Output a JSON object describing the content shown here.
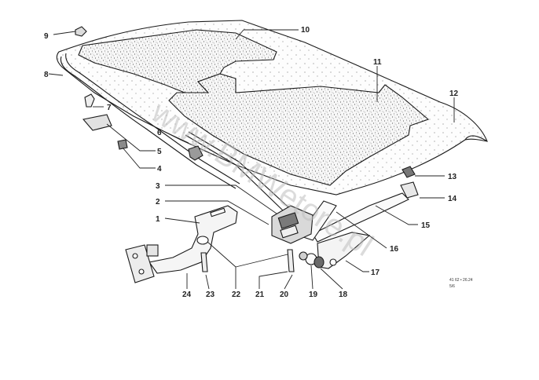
{
  "callouts": [
    {
      "id": "9",
      "label": "9"
    },
    {
      "id": "10",
      "label": "10"
    },
    {
      "id": "8",
      "label": "8"
    },
    {
      "id": "11",
      "label": "11"
    },
    {
      "id": "12",
      "label": "12"
    },
    {
      "id": "7",
      "label": "7"
    },
    {
      "id": "6",
      "label": "6"
    },
    {
      "id": "5",
      "label": "5"
    },
    {
      "id": "4",
      "label": "4"
    },
    {
      "id": "13",
      "label": "13"
    },
    {
      "id": "3",
      "label": "3"
    },
    {
      "id": "14",
      "label": "14"
    },
    {
      "id": "2",
      "label": "2"
    },
    {
      "id": "1",
      "label": "1"
    },
    {
      "id": "15",
      "label": "15"
    },
    {
      "id": "16",
      "label": "16"
    },
    {
      "id": "17",
      "label": "17"
    },
    {
      "id": "24",
      "label": "24"
    },
    {
      "id": "23",
      "label": "23"
    },
    {
      "id": "22",
      "label": "22"
    },
    {
      "id": "21",
      "label": "21"
    },
    {
      "id": "20",
      "label": "20"
    },
    {
      "id": "19",
      "label": "19"
    },
    {
      "id": "18",
      "label": "18"
    }
  ],
  "drawing_code": {
    "line1": "41 62 • 26.24",
    "line2": "5/6"
  },
  "watermark": "www.BMWetore.pl"
}
